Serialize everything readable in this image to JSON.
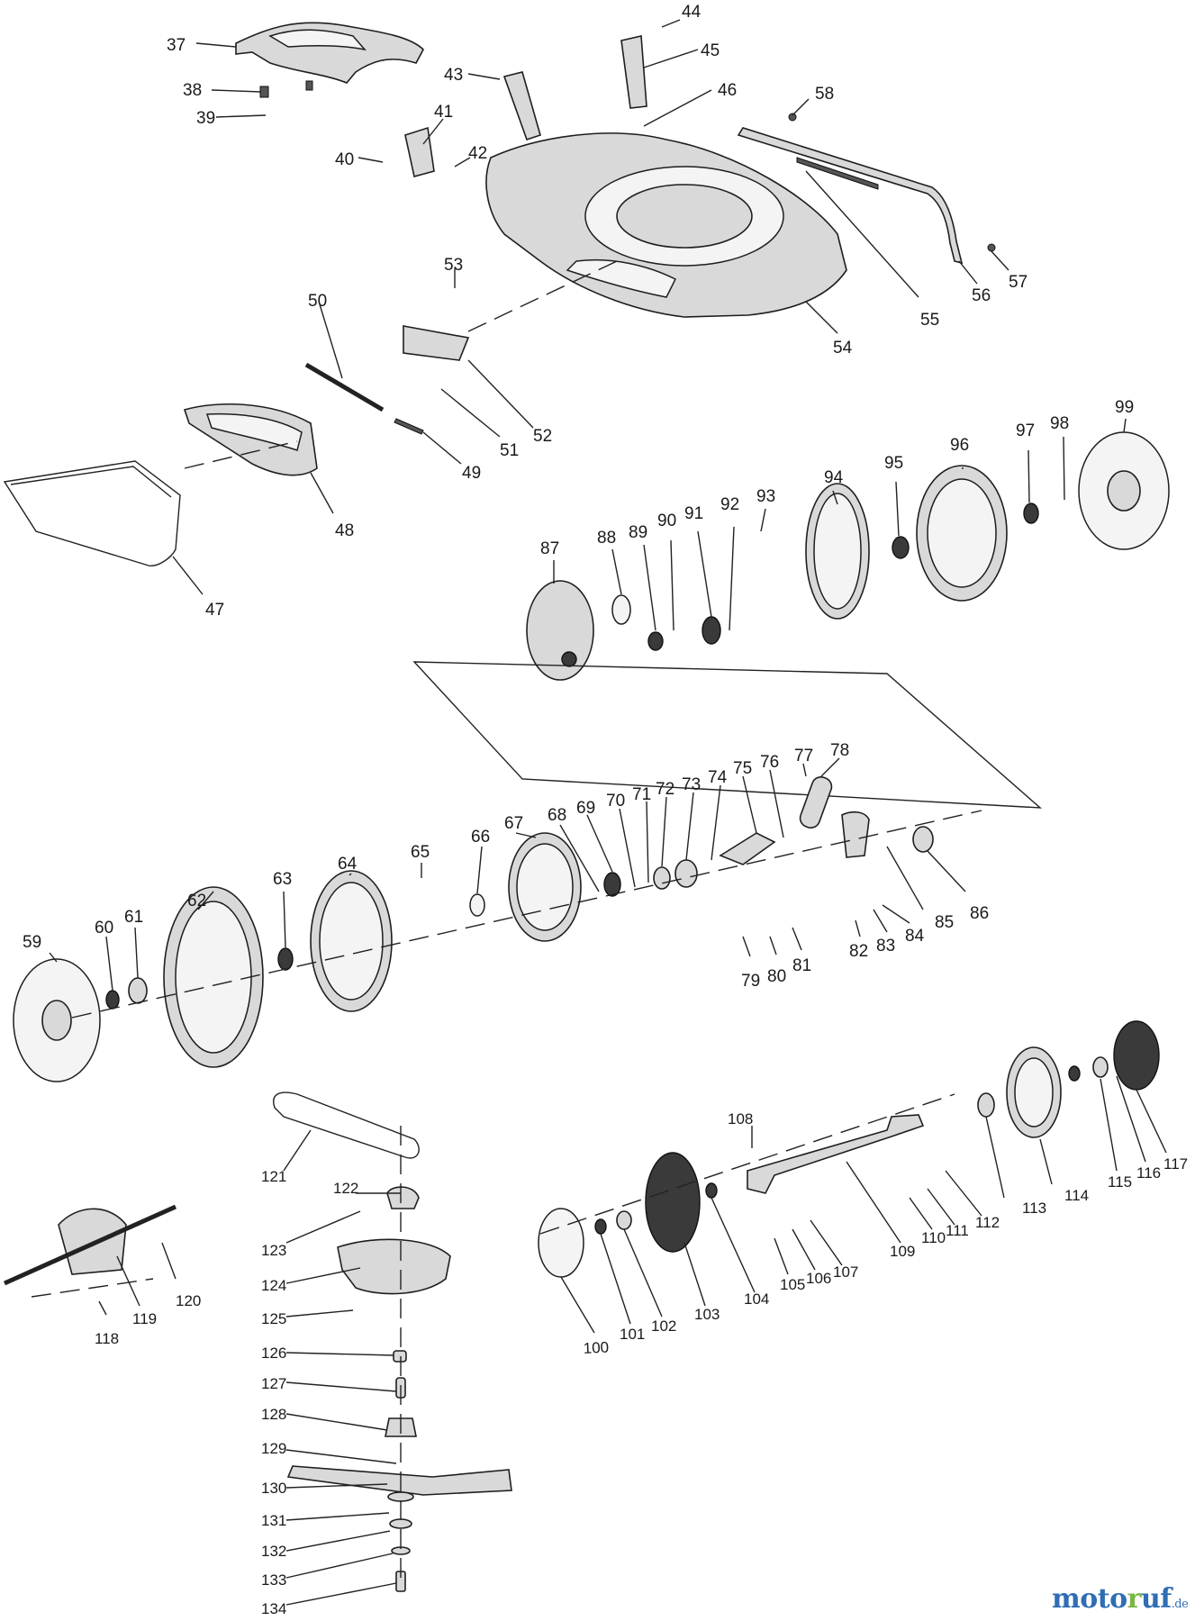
{
  "callouts": {
    "c37": "37",
    "c38": "38",
    "c39": "39",
    "c40": "40",
    "c41": "41",
    "c42": "42",
    "c43": "43",
    "c44": "44",
    "c45": "45",
    "c46": "46",
    "c47": "47",
    "c48": "48",
    "c49": "49",
    "c50": "50",
    "c51": "51",
    "c52": "52",
    "c53": "53",
    "c54": "54",
    "c55": "55",
    "c56": "56",
    "c57": "57",
    "c58": "58",
    "c59": "59",
    "c60": "60",
    "c61": "61",
    "c62": "62",
    "c63": "63",
    "c64": "64",
    "c65": "65",
    "c66": "66",
    "c67": "67",
    "c68": "68",
    "c69": "69",
    "c70": "70",
    "c71": "71",
    "c72": "72",
    "c73": "73",
    "c74": "74",
    "c75": "75",
    "c76": "76",
    "c77": "77",
    "c78": "78",
    "c79": "79",
    "c80": "80",
    "c81": "81",
    "c82": "82",
    "c83": "83",
    "c84": "84",
    "c85": "85",
    "c86": "86",
    "c87": "87",
    "c88": "88",
    "c89": "89",
    "c90": "90",
    "c91": "91",
    "c92": "92",
    "c93": "93",
    "c94": "94",
    "c95": "95",
    "c96": "96",
    "c97": "97",
    "c98": "98",
    "c99": "99",
    "c100": "100",
    "c101": "101",
    "c102": "102",
    "c103": "103",
    "c104": "104",
    "c105": "105",
    "c106": "106",
    "c107": "107",
    "c108": "108",
    "c109": "109",
    "c110": "110",
    "c111": "111",
    "c112": "112",
    "c113": "113",
    "c114": "114",
    "c115": "115",
    "c116": "116",
    "c117": "117",
    "c118": "118",
    "c119": "119",
    "c120": "120",
    "c121": "121",
    "c122": "122",
    "c123": "123",
    "c124": "124",
    "c125": "125",
    "c126": "126",
    "c127": "127",
    "c128": "128",
    "c129": "129",
    "c130": "130",
    "c131": "131",
    "c132": "132",
    "c133": "133",
    "c134": "134"
  },
  "brand": {
    "part1": "moto",
    "part2": "r",
    "part3": "uf",
    "tld": ".de"
  }
}
